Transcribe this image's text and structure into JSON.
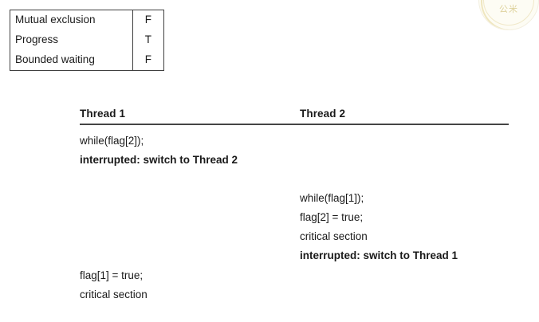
{
  "watermark": {
    "name": "institution-seal-watermark",
    "glyphs": "公米",
    "color": "#d8c98a"
  },
  "properties_table": {
    "name": "mutex-properties-table",
    "rows": [
      {
        "property": "Mutual exclusion",
        "value": "F"
      },
      {
        "property": "Progress",
        "value": "T"
      },
      {
        "property": "Bounded waiting",
        "value": "F"
      }
    ]
  },
  "trace": {
    "columns": [
      {
        "title": "Thread 1"
      },
      {
        "title": "Thread 2"
      }
    ],
    "thread1_first": [
      {
        "text": "while(flag[2]);",
        "bold": false
      },
      {
        "text": "interrupted: switch to Thread 2",
        "bold": true
      }
    ],
    "thread2_block": [
      {
        "text": "while(flag[1]);",
        "bold": false
      },
      {
        "text": "flag[2] = true;",
        "bold": false
      },
      {
        "text": "critical section",
        "bold": false
      },
      {
        "text": "interrupted: switch to Thread 1",
        "bold": true
      }
    ],
    "thread1_second": [
      {
        "text": "flag[1] = true;",
        "bold": false
      },
      {
        "text": "critical section",
        "bold": false
      }
    ]
  }
}
